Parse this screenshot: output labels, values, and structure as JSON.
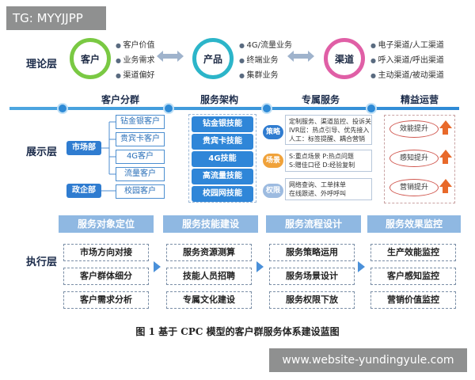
{
  "watermark_top": "TG: MYYJJPP",
  "watermark_bottom": "www.website-yundingyule.com",
  "layers": {
    "theory": "理论层",
    "display": "展示层",
    "execution": "执行层"
  },
  "theory": {
    "customer": {
      "label": "客户",
      "items": [
        "客户价值",
        "业务需求",
        "渠道偏好"
      ]
    },
    "product": {
      "label": "产品",
      "items": [
        "4G/流量业务",
        "终端业务",
        "集群业务"
      ]
    },
    "channel": {
      "label": "渠道",
      "items": [
        "电子渠道/人工渠道",
        "呼入渠道/呼出渠道",
        "主动渠道/被动渠道"
      ]
    },
    "colors": {
      "customer": "#7ac943",
      "product": "#2cb5c9",
      "channel": "#e05fa6"
    }
  },
  "sections": [
    "客户分群",
    "服务架构",
    "专属服务",
    "精益运营"
  ],
  "segments": {
    "market_dept": "市场部",
    "gov_dept": "政企部",
    "market_items": [
      "钻金银客户",
      "贵宾卡客户",
      "4G客户",
      "流量客户"
    ],
    "gov_items": [
      "校园客户"
    ]
  },
  "tech_skills": [
    "钻金银技能",
    "贵宾卡技能",
    "4G技能",
    "高流量技能",
    "校园网技能"
  ],
  "services": [
    {
      "tag": "策略",
      "lines": [
        "定制服务、渠道监控、投诉关怀",
        "IVR层：热点引导、优先接入",
        "人工：标签提醒、耦合营销"
      ]
    },
    {
      "tag": "场景",
      "lines": [
        "S:重点场景  P:热点问题",
        "S:赠佳口径  D:经验复制"
      ]
    },
    {
      "tag": "权限",
      "lines": [
        "网络查询、工单抹单",
        "在线跟进、外呼呼叫"
      ]
    }
  ],
  "ops_targets": [
    "效能提升",
    "感知提升",
    "营销提升"
  ],
  "bands": [
    "服务对象定位",
    "服务技能建设",
    "服务流程设计",
    "服务效果监控"
  ],
  "execution": [
    [
      "市场方向对接",
      "客户群体细分",
      "客户需求分析"
    ],
    [
      "服务资源测算",
      "技能人员招聘",
      "专属文化建设"
    ],
    [
      "服务策略运用",
      "服务场景设计",
      "服务权限下放"
    ],
    [
      "生产效能监控",
      "客户感知监控",
      "营销价值监控"
    ]
  ],
  "caption": "图 1  基于 CPC 模型的客户群服务体系建设蓝图"
}
